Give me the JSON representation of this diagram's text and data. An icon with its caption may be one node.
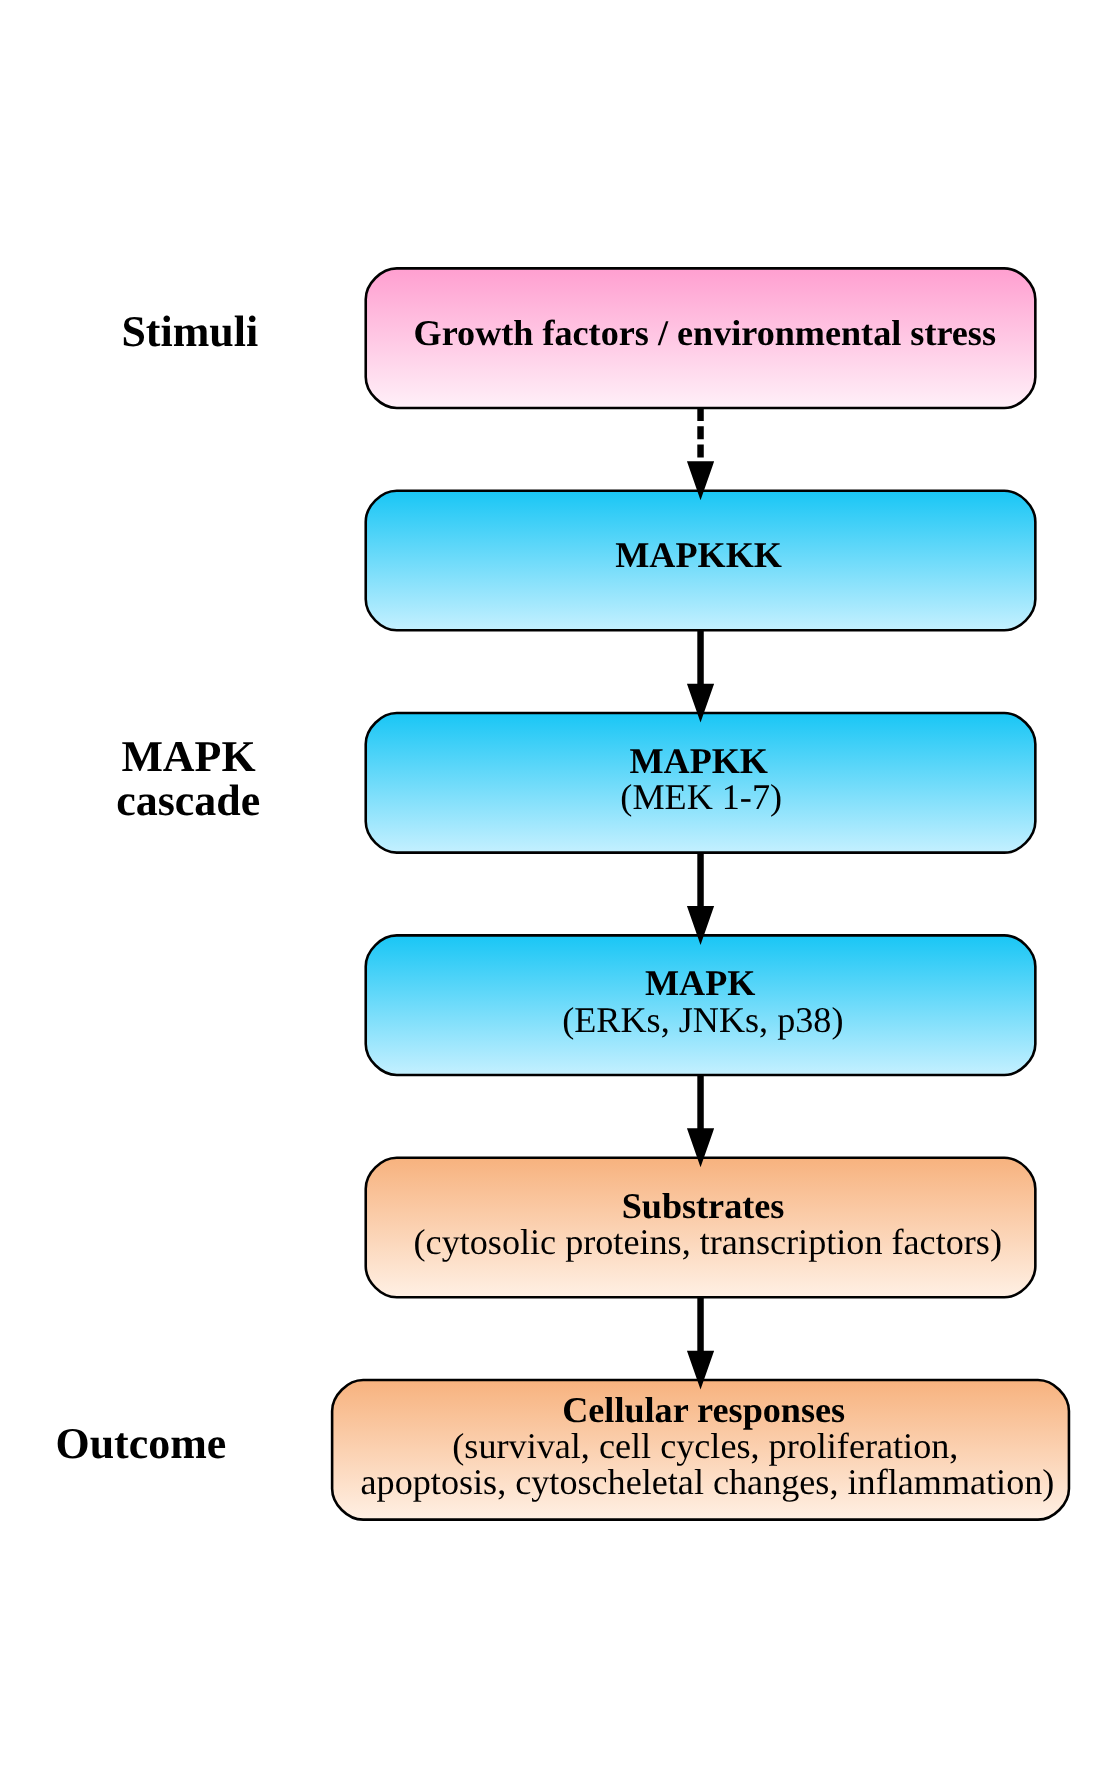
{
  "diagram": {
    "nodes": [
      {
        "text": [
          "Growth factors / environmental stress"
        ]
      },
      {
        "text": [
          "MAPKKK"
        ]
      },
      {
        "text": [
          "MAPKK",
          "(MEK 1-7)"
        ]
      },
      {
        "text": [
          "MAPK",
          "(ERKs, JNKs, p38)"
        ]
      },
      {
        "text": [
          "Substrates",
          "(cytosolic proteins, transcription factors)"
        ]
      },
      {
        "text": [
          "Cellular responses",
          "(survival, cell cycles, proliferation, apoptosis, cytoscheletal changes, inflammation)"
        ]
      }
    ],
    "edges": [
      {
        "from": 0,
        "to": 1,
        "arrow": "to",
        "style": "dashed"
      },
      {
        "from": 1,
        "to": 2,
        "arrow": "to"
      },
      {
        "from": 2,
        "to": 3,
        "arrow": "to"
      },
      {
        "from": 3,
        "to": 4,
        "arrow": "to"
      },
      {
        "from": 4,
        "to": 5,
        "arrow": "to"
      }
    ],
    "labels": [
      "Stimuli",
      "MAPK cascade",
      "Outcome"
    ]
  }
}
